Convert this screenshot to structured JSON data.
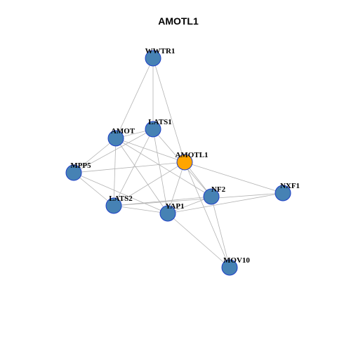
{
  "title": "AMOTL1",
  "colors": {
    "focus_node": "#FFA500",
    "other_node": "#4682B4",
    "node_border": "#1E3FC8",
    "edge": "#B3B3B3"
  },
  "nodes": [
    {
      "id": "WWTR1",
      "label": "WWTR1",
      "focus": false
    },
    {
      "id": "LATS1",
      "label": "LATS1",
      "focus": false
    },
    {
      "id": "AMOT",
      "label": "AMOT",
      "focus": false
    },
    {
      "id": "AMOTL1",
      "label": "AMOTL1",
      "focus": true
    },
    {
      "id": "MPP5",
      "label": "MPP5",
      "focus": false
    },
    {
      "id": "NF2",
      "label": "NF2",
      "focus": false
    },
    {
      "id": "NXF1",
      "label": "NXF1",
      "focus": false
    },
    {
      "id": "LATS2",
      "label": "LATS2",
      "focus": false
    },
    {
      "id": "YAP1",
      "label": "YAP1",
      "focus": false
    },
    {
      "id": "MOV10",
      "label": "MOV10",
      "focus": false
    }
  ],
  "edges": [
    [
      "WWTR1",
      "AMOT"
    ],
    [
      "WWTR1",
      "LATS1"
    ],
    [
      "WWTR1",
      "AMOTL1"
    ],
    [
      "LATS1",
      "AMOT"
    ],
    [
      "LATS1",
      "MPP5"
    ],
    [
      "LATS1",
      "LATS2"
    ],
    [
      "LATS1",
      "YAP1"
    ],
    [
      "LATS1",
      "NF2"
    ],
    [
      "AMOT",
      "MPP5"
    ],
    [
      "AMOT",
      "AMOTL1"
    ],
    [
      "AMOT",
      "LATS2"
    ],
    [
      "AMOT",
      "YAP1"
    ],
    [
      "AMOT",
      "NF2"
    ],
    [
      "AMOTL1",
      "MPP5"
    ],
    [
      "AMOTL1",
      "LATS2"
    ],
    [
      "AMOTL1",
      "YAP1"
    ],
    [
      "AMOTL1",
      "NF2"
    ],
    [
      "AMOTL1",
      "NXF1"
    ],
    [
      "AMOTL1",
      "MOV10"
    ],
    [
      "MPP5",
      "LATS2"
    ],
    [
      "MPP5",
      "YAP1"
    ],
    [
      "LATS2",
      "YAP1"
    ],
    [
      "LATS2",
      "NF2"
    ],
    [
      "LATS2",
      "NXF1"
    ],
    [
      "YAP1",
      "NF2"
    ],
    [
      "YAP1",
      "NXF1"
    ],
    [
      "YAP1",
      "MOV10"
    ],
    [
      "NF2",
      "MOV10"
    ]
  ]
}
